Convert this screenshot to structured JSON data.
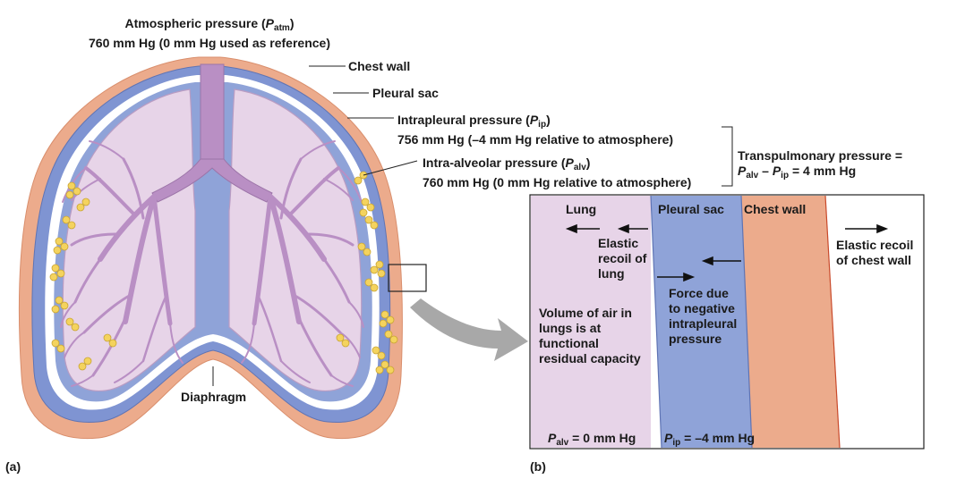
{
  "part_a": {
    "letter": "(a)",
    "atmospheric": {
      "line1_prefix": "Atmospheric pressure (",
      "symbol": "P",
      "sub": "atm",
      "line1_suffix": ")",
      "line2": "760 mm Hg (0 mm Hg used as reference)"
    },
    "chest_wall": "Chest wall",
    "pleural_sac": "Pleural sac",
    "intrapleural": {
      "line1_prefix": "Intrapleural pressure (",
      "symbol": "P",
      "sub": "ip",
      "line1_suffix": ")",
      "line2": "756 mm Hg (–4 mm Hg relative to atmosphere)"
    },
    "intra_alveolar": {
      "line1_prefix": "Intra-alveolar pressure (",
      "symbol": "P",
      "sub": "alv",
      "line1_suffix": ")",
      "line2": "760 mm Hg (0 mm Hg relative to atmosphere)"
    },
    "transpulmonary": {
      "line1": "Transpulmonary pressure =",
      "sym1": "P",
      "sub1": "alv",
      "minus": " – ",
      "sym2": "P",
      "sub2": "ip",
      "result": " = 4 mm Hg"
    },
    "diaphragm": "Diaphragm"
  },
  "part_b": {
    "letter": "(b)",
    "lung": "Lung",
    "pleural_sac": "Pleural sac",
    "chest_wall": "Chest wall",
    "elastic_recoil_lung": [
      "Elastic",
      "recoil of",
      "lung"
    ],
    "force_due": [
      "Force due",
      "to negative",
      "intrapleural",
      "pressure"
    ],
    "elastic_recoil_chest": [
      "Elastic recoil",
      "of chest wall"
    ],
    "volume_text": [
      "Volume of air in",
      "lungs is at",
      "functional",
      "residual capacity"
    ],
    "p_alv": {
      "symbol": "P",
      "sub": "alv",
      "value": " = 0 mm Hg"
    },
    "p_ip": {
      "symbol": "P",
      "sub": "ip",
      "value": " = –4 mm Hg"
    }
  },
  "colors": {
    "chest_wall": "#ecab8c",
    "pleural_sac": "#8fa3d8",
    "lung": "#e7d4e8",
    "airway": "#b98fc4",
    "alveoli": "#f4d35e"
  }
}
